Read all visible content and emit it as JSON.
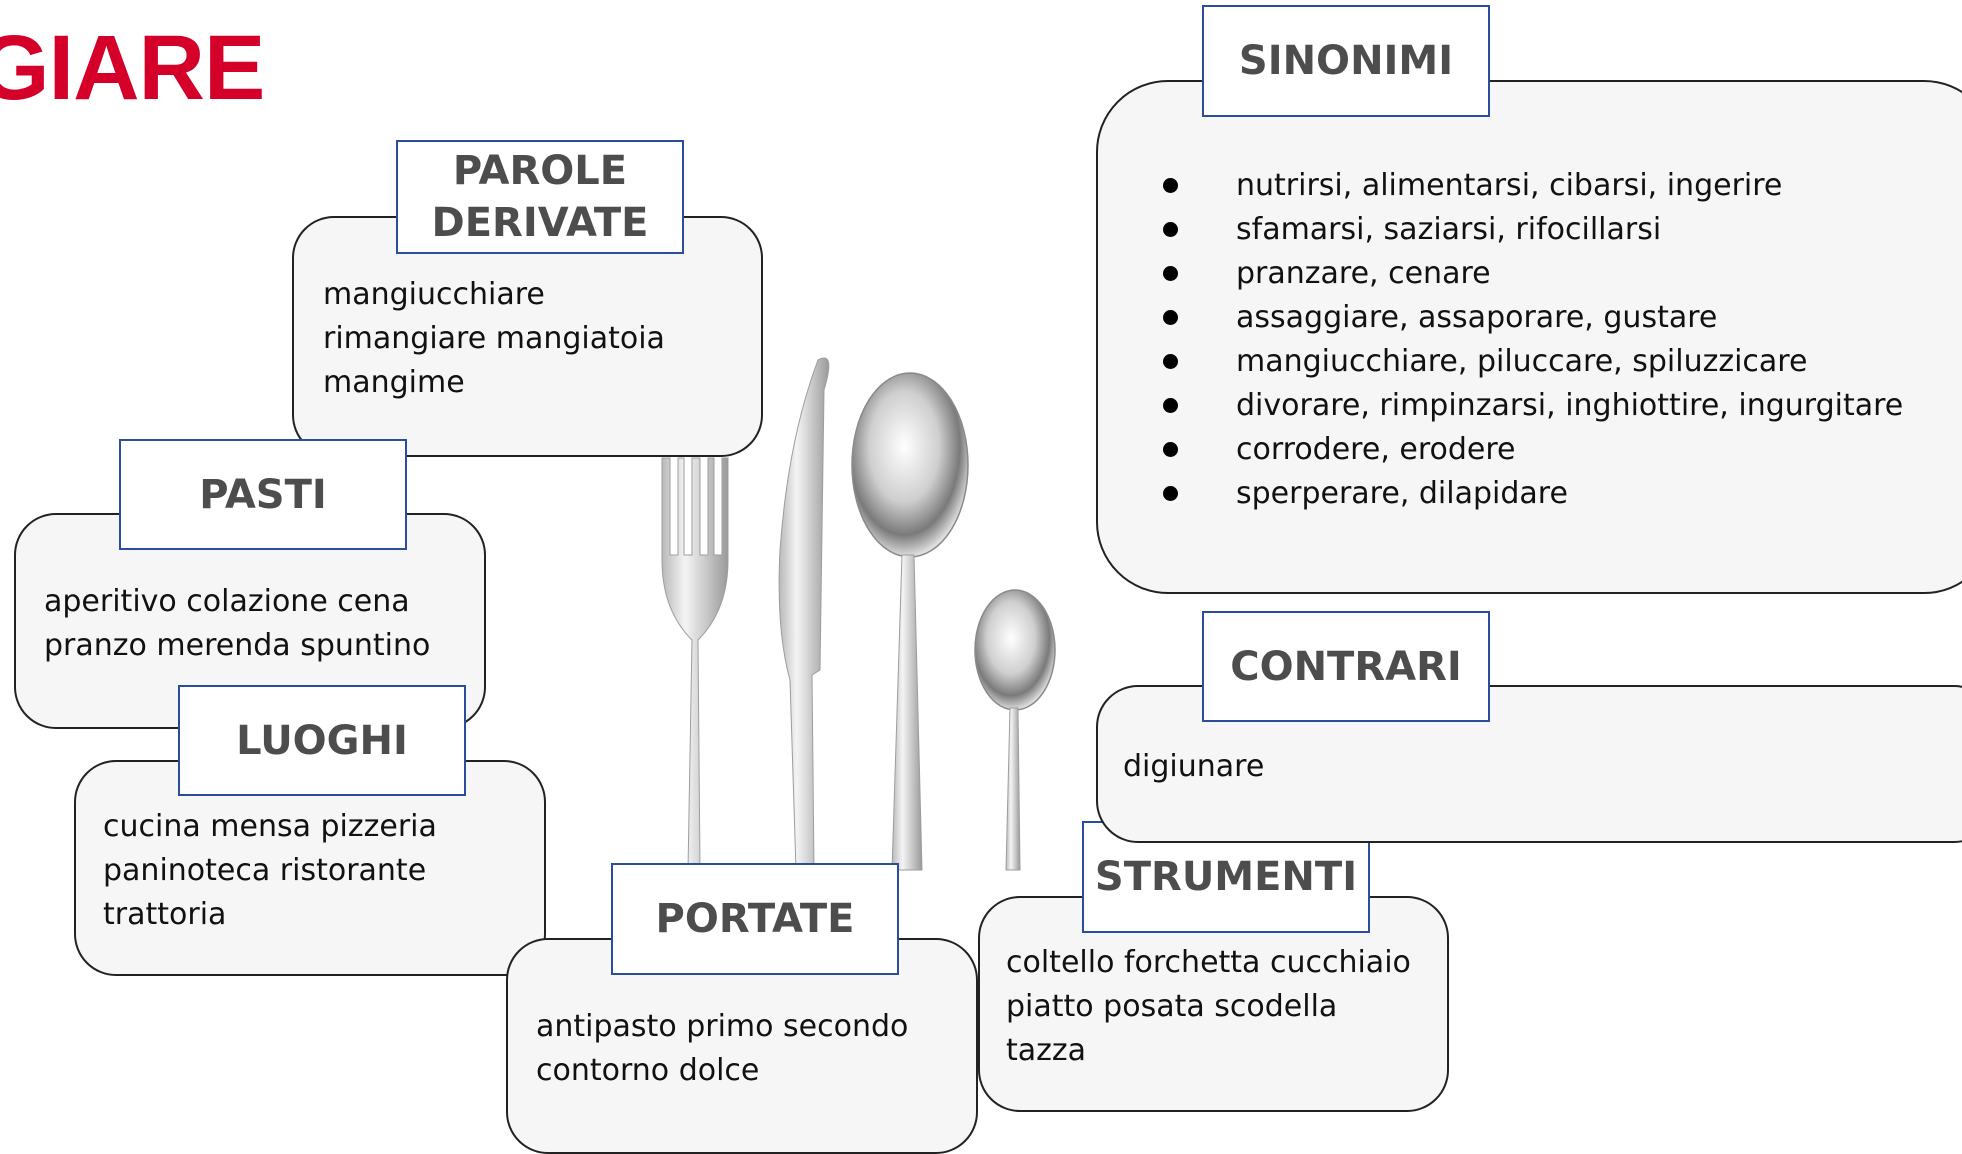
{
  "title": "GIARE",
  "sections": {
    "parole_derivate": {
      "heading": "PAROLE\nDERIVATE",
      "lines": [
        "mangiucchiare",
        "rimangiare mangiatoia",
        "mangime"
      ]
    },
    "pasti": {
      "heading": "PASTI",
      "lines": [
        "aperitivo colazione cena",
        "pranzo merenda spuntino"
      ]
    },
    "luoghi": {
      "heading": "LUOGHI",
      "lines": [
        "cucina mensa pizzeria",
        "paninoteca ristorante",
        "trattoria"
      ]
    },
    "portate": {
      "heading": "PORTATE",
      "lines": [
        "antipasto primo secondo",
        "contorno dolce"
      ]
    },
    "strumenti": {
      "heading": "STRUMENTI",
      "lines": [
        "coltello forchetta cucchiaio",
        "piatto posata scodella",
        "tazza"
      ]
    },
    "sinonimi": {
      "heading": "SINONIMI",
      "items": [
        "nutrirsi, alimentarsi, cibarsi, ingerire",
        "sfamarsi, saziarsi, rifocillarsi",
        "pranzare, cenare",
        "assaggiare, assaporare, gustare",
        "mangiucchiare, piluccare, spiluzzicare",
        "divorare, rimpinzarsi, inghiottire, ingurgitare",
        "corrodere, erodere",
        "sperperare, dilapidare"
      ]
    },
    "contrari": {
      "heading": "CONTRARI",
      "lines": [
        "digiunare"
      ]
    }
  },
  "colors": {
    "title": "#d4002a",
    "tab_border": "#2a4e9c",
    "heading_text": "#4d4d4d",
    "box_fill": "#f6f6f6"
  },
  "illustration": "cutlery-set-image"
}
